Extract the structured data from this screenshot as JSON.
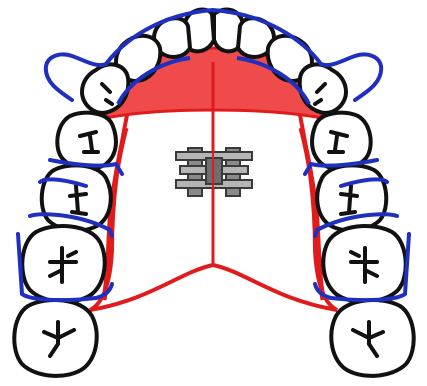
{
  "colors": {
    "background": "#ffffff",
    "tooth_fill": "#ffffff",
    "tooth_outline": "#111111",
    "wire": "#1f2fbf",
    "acrylic_red": "#e11b1b",
    "acrylic_fill": "#f04b4b",
    "screw_gray": "#8a8a8a",
    "screw_dark": "#3a3a3a"
  },
  "diagram": {
    "subject": "upper-dental-arch-appliance",
    "components": [
      {
        "id": "teeth",
        "icon": "tooth-icon"
      },
      {
        "id": "labial-bow",
        "icon": "wire-icon"
      },
      {
        "id": "clasps",
        "icon": "clasp-icon"
      },
      {
        "id": "acrylic-plate",
        "icon": "plate-outline"
      },
      {
        "id": "anterior-acrylic",
        "icon": "acrylic-fill"
      },
      {
        "id": "expansion-screw",
        "icon": "screw-icon"
      },
      {
        "id": "midline-split",
        "icon": "line"
      }
    ]
  }
}
